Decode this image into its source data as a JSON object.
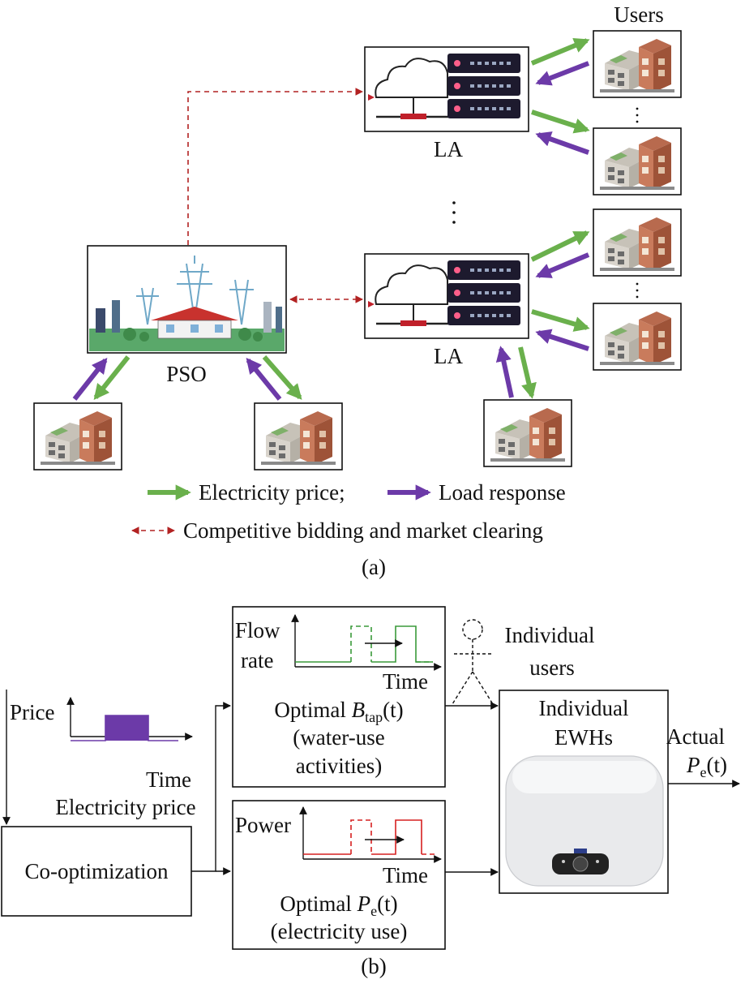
{
  "part_a": {
    "users_label": "Users",
    "la_label_top": "LA",
    "la_label_bottom": "LA",
    "pso_label": "PSO",
    "legend": {
      "price": "Electricity price;",
      "load": "Load response",
      "bidding": "Competitive bidding and market clearing"
    },
    "caption": "(a)",
    "colors": {
      "price_arrow": "#6ab04c",
      "load_arrow": "#6c3aa8",
      "bidding_line": "#b22222"
    }
  },
  "part_b": {
    "price_chart": {
      "ylabel": "Price",
      "xlabel": "Time",
      "title": "Electricity price",
      "color": "#6c3aa8"
    },
    "flow_chart": {
      "ylabel_line1": "Flow",
      "ylabel_line2": "rate",
      "xlabel": "Time",
      "color": "#3a9a3a",
      "opt_prefix": "Optimal ",
      "opt_var": "B",
      "opt_sub": "tap",
      "opt_arg": "(t)",
      "desc_line1": "(water-use",
      "desc_line2": "activities)"
    },
    "power_chart": {
      "ylabel": "Power",
      "xlabel": "Time",
      "color": "#d62020",
      "opt_prefix": "Optimal ",
      "opt_var": "P",
      "opt_sub": "e",
      "opt_arg": "(t)",
      "desc": "(electricity use)"
    },
    "coopt_label": "Co-optimization",
    "individual_users_line1": "Individual",
    "individual_users_line2": "users",
    "ewh_line1": "Individual",
    "ewh_line2": "EWHs",
    "actual_label": "Actual",
    "actual_var": "P",
    "actual_sub": "e",
    "actual_arg": "(t)",
    "caption": "(b)"
  }
}
